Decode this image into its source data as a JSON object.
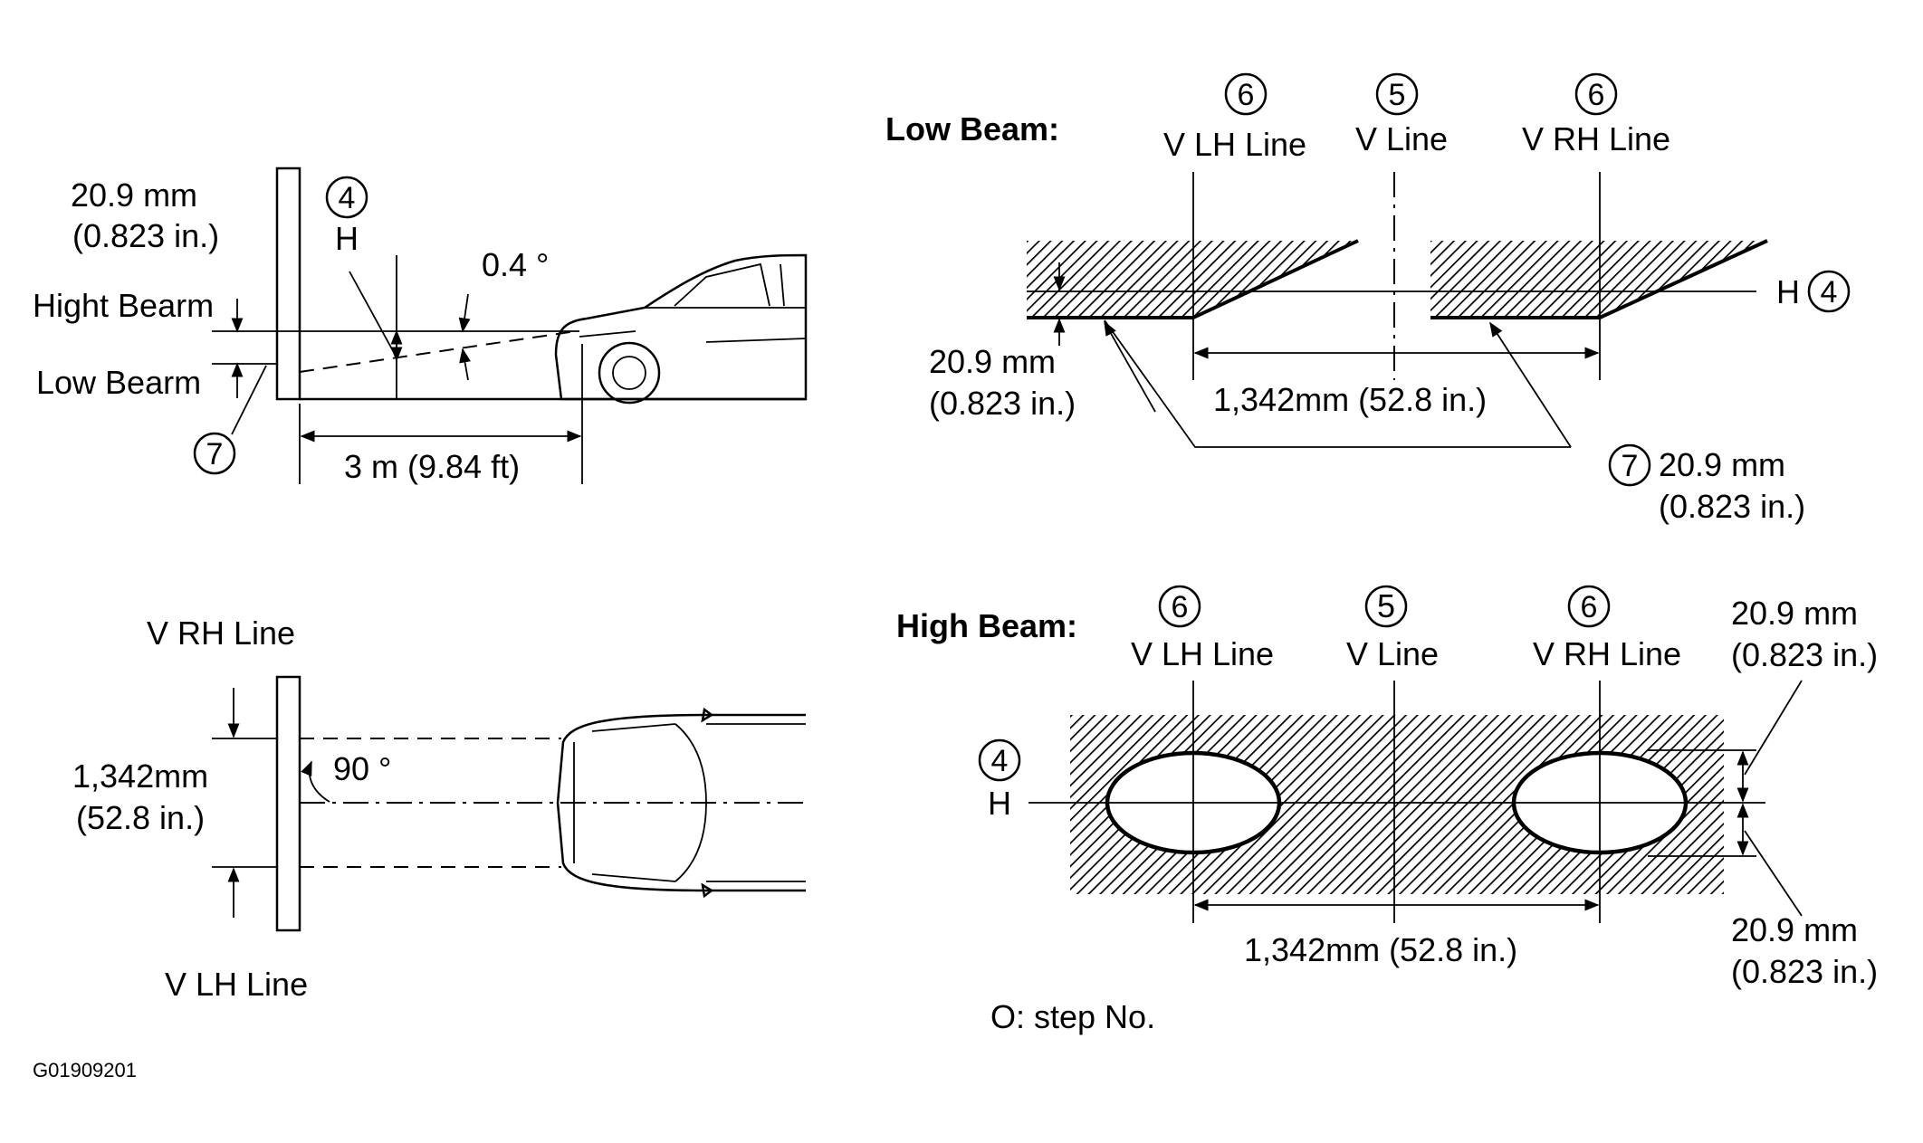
{
  "side_view": {
    "dim_top": "20.9 mm",
    "dim_top_in": "(0.823 in.)",
    "step_h": "4",
    "h_label": "H",
    "angle": "0.4 °",
    "high_bearm": "Hight Bearm",
    "low_bearm": "Low Bearm",
    "step_7": "7",
    "distance": "3 m (9.84 ft)"
  },
  "top_view": {
    "v_rh_line": "V RH Line",
    "spacing_mm": "1,342mm",
    "spacing_in": "(52.8 in.)",
    "angle": "90 °",
    "v_lh_line": "V LH Line"
  },
  "low_beam": {
    "title": "Low Beam:",
    "step_6a": "6",
    "v_lh_line": "V LH Line",
    "step_5": "5",
    "v_line": "V Line",
    "step_6b": "6",
    "v_rh_line": "V RH Line",
    "h_label": "H",
    "step_4": "4",
    "dim_left": "20.9 mm",
    "dim_left_in": "(0.823 in.)",
    "spacing": "1,342mm (52.8 in.)",
    "step_7": "7",
    "dim_right": "20.9 mm",
    "dim_right_in": "(0.823 in.)"
  },
  "high_beam": {
    "title": "High Beam:",
    "step_6a": "6",
    "v_lh_line": "V LH Line",
    "step_5": "5",
    "v_line": "V Line",
    "step_6b": "6",
    "v_rh_line": "V RH Line",
    "dim_top": "20.9 mm",
    "dim_top_in": "(0.823 in.)",
    "step_4": "4",
    "h_label": "H",
    "dim_bottom": "20.9 mm",
    "dim_bottom_in": "(0.823 in.)",
    "spacing": "1,342mm (52.8 in.)"
  },
  "legend": "O: step No.",
  "figure_id": "G01909201"
}
